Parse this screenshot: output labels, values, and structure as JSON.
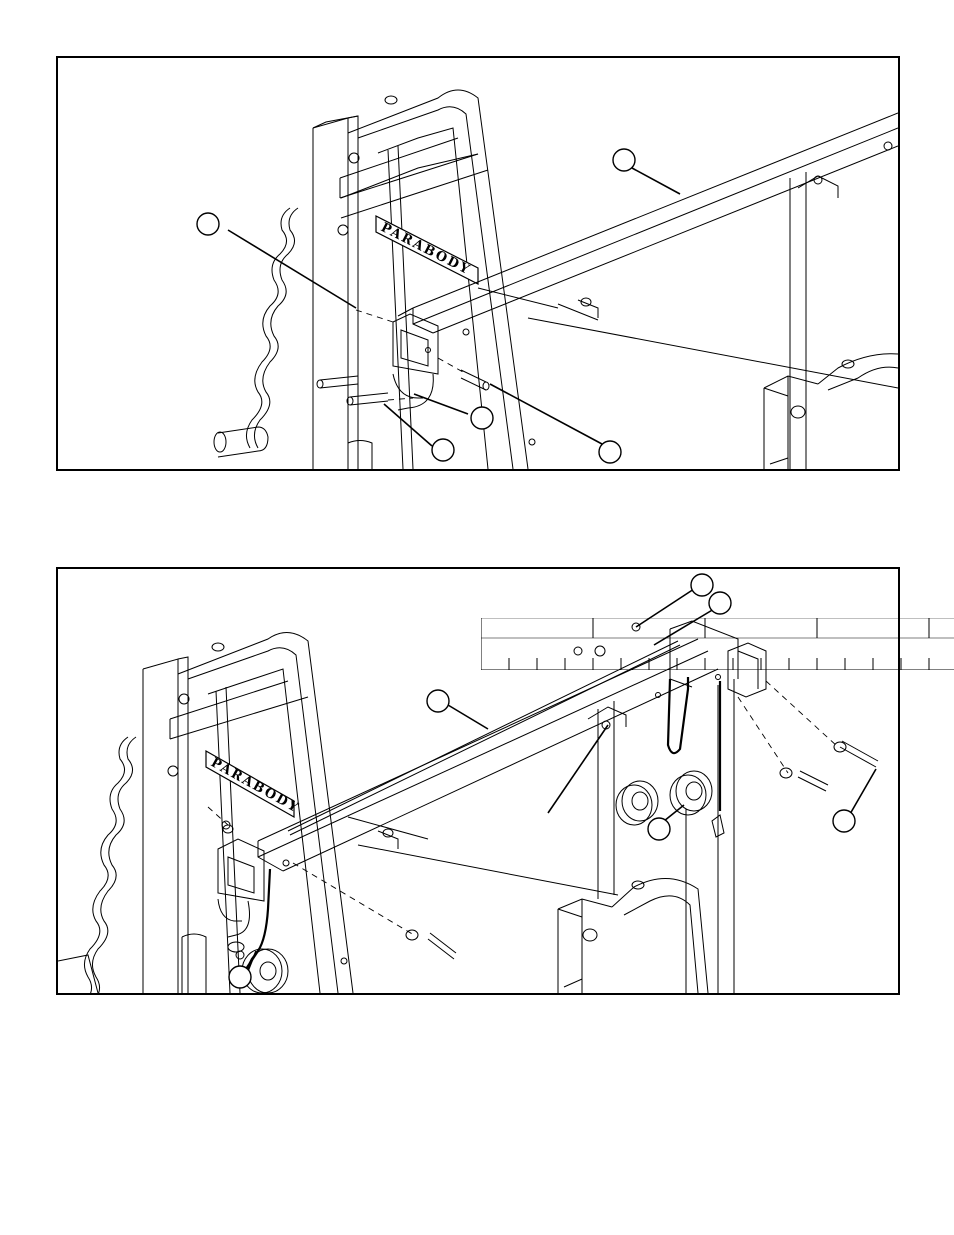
{
  "figures": [
    {
      "id": "top",
      "brand_logo": "PARABODY",
      "callouts": [
        "",
        "",
        "",
        "",
        ""
      ]
    },
    {
      "id": "bottom",
      "brand_logo": "PARABODY",
      "callouts": [
        "",
        "",
        "",
        "",
        "",
        "",
        ""
      ]
    }
  ],
  "icons": [
    "weight-stack-frame",
    "top-beam",
    "pulley-wheel",
    "bolt",
    "nut",
    "washer",
    "cable"
  ]
}
